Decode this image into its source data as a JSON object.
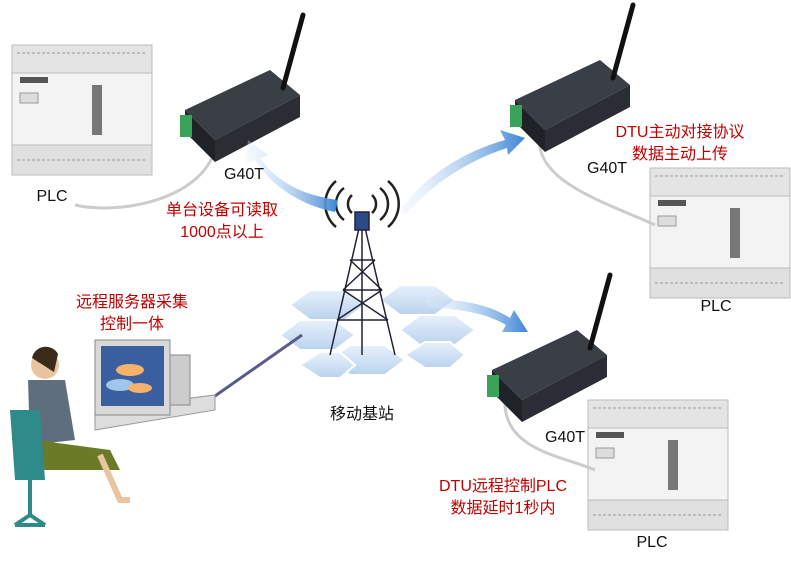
{
  "labels": {
    "plc_top_left": "PLC",
    "plc_right": "PLC",
    "plc_bottom": "PLC",
    "dtu_top_left": "G40T",
    "dtu_top_right": "G40T",
    "dtu_bottom": "G40T",
    "base_station": "移动基站"
  },
  "notes": {
    "read_capacity": [
      "单台设备可读取",
      "1000点以上"
    ],
    "protocol": [
      "DTU主动对接协议",
      "数据主动上传"
    ],
    "server": [
      "远程服务器采集",
      "控制一体"
    ],
    "remote_control": [
      "DTU远程控制PLC",
      "数据延时1秒内"
    ]
  },
  "colors": {
    "note_text": "#c00000",
    "arrow": "#4a90d9",
    "dtu_body": "#2a2d33",
    "plc_body": "#f2f2f2"
  }
}
